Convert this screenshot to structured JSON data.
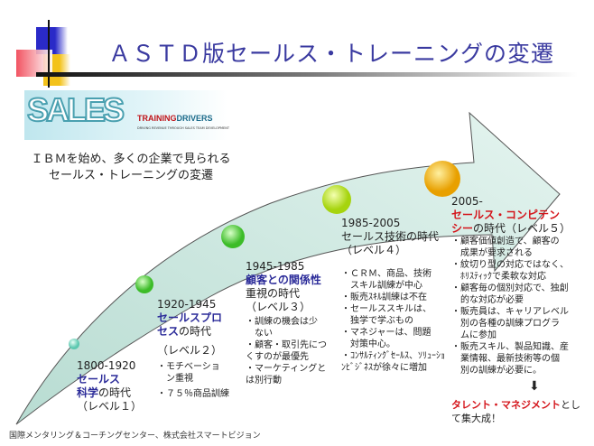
{
  "title": "ＡＳＴＤ版セールス・トレーニングの変遷",
  "logo": {
    "main": "SALES",
    "training": "TRAINING",
    "drivers": "DRIVERS",
    "tagline": "DRIVING REVENUE THROUGH SALES TEAM DEVELOPMENT"
  },
  "subtitle": [
    "ＩＢＭを始め、多くの企業で見られる",
    "セールス・トレーニングの変遷"
  ],
  "eras": [
    {
      "years": "1800-1920",
      "hl": "セールス",
      "hl2": "科学",
      "rest": "の時代",
      "level": "（レベル１）"
    },
    {
      "years": "1920-1945",
      "hl": "セールスプロ",
      "hl2": "セス",
      "rest": "の時代",
      "level": "（レベル２）",
      "bullets": [
        "・モチベーショ",
        "　ン重視",
        "・７５％商品訓練"
      ]
    },
    {
      "years": "1945-1985",
      "hl": "顧客との関係性",
      "rest": "重視の時代",
      "level": "（レベル３）",
      "bullets": [
        "・訓練の機会は少",
        "　ない",
        "・顧客・取引先につ",
        "くすのが最優先",
        "・マーケティングと",
        "は別行動"
      ]
    },
    {
      "years": "1985-2005",
      "rest": "セールス技術の時代",
      "level": "（レベル４）",
      "bullets": [
        "・ＣＲＭ、商品、技術",
        "　スキル訓練が中心",
        "・販売ｽｷﾙ訓練は不在",
        "・セールススキルは、",
        "　独学で学ぶもの",
        "・マネジャーは、問題",
        "　対策中心。",
        "・ｺﾝｻﾙﾃｨﾝｸﾞｾｰﾙｽ、ｿﾘｭｰｼｮﾝﾋﾞｼﾞﾈｽが徐々に増加"
      ]
    },
    {
      "years": "2005-",
      "hl": "セールス・コンピテン",
      "hl2": "シー",
      "rest": "の時代（レベル５）",
      "bullets": [
        "・顧客価値創造で、顧客の",
        "　成果が要求される",
        "・紋切り型の対応ではなく、",
        "　ﾎﾘｽﾃｨｯｸで柔軟な対応",
        "・顧客毎の個別対応で、独創",
        "　的な対応が必要",
        "・販売員は、キャリアレベル",
        "　別の各種の訓練プログラ",
        "　ムに参加",
        "・販売スキル、製品知識、産",
        "　業情報、最新技術等の個",
        "　別の訓練が必要に。"
      ]
    }
  ],
  "conclusion": {
    "hl": "タレント・マネジメント",
    "rest": "とし",
    "line2": "て集大成！"
  },
  "footer": "国際メンタリング＆コーチングセンター、株式会社スマートビジョン"
}
